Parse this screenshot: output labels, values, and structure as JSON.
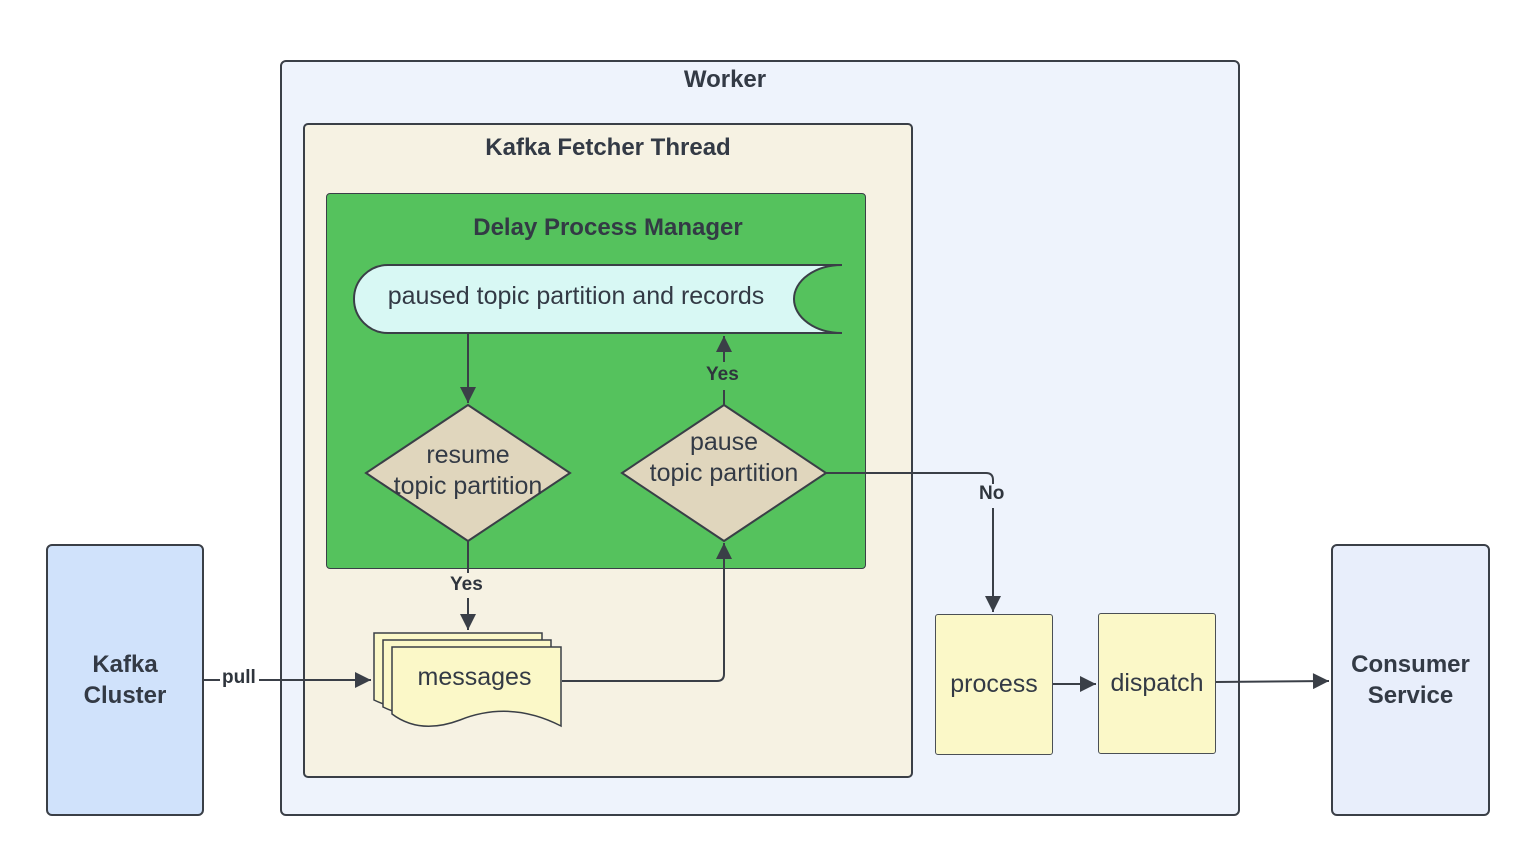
{
  "containers": {
    "worker": "Worker",
    "fetcher_thread": "Kafka Fetcher Thread",
    "delay_manager": "Delay Process Manager"
  },
  "nodes": {
    "kafka_cluster": [
      "Kafka",
      "Cluster"
    ],
    "consumer_service": [
      "Consumer",
      "Service"
    ],
    "paused_store": "paused topic partition and records",
    "resume_decision": [
      "resume",
      "topic partition"
    ],
    "pause_decision": [
      "pause",
      "topic partition"
    ],
    "messages": "messages",
    "process": "process",
    "dispatch": "dispatch"
  },
  "edges": {
    "pull": "pull",
    "resume_yes": "Yes",
    "pause_yes": "Yes",
    "pause_no": "No"
  },
  "colors": {
    "worker_bg": "#eef3fc",
    "fetcher_bg": "#f6f2e3",
    "delay_manager_bg": "#55c25d",
    "store_bg": "#d8f8f4",
    "decision_bg": "#e0d6bd",
    "step_bg": "#fbf8c8",
    "kafka_bg": "#d0e2fb",
    "consumer_bg": "#e8eefb",
    "line": "#3a3f47"
  }
}
